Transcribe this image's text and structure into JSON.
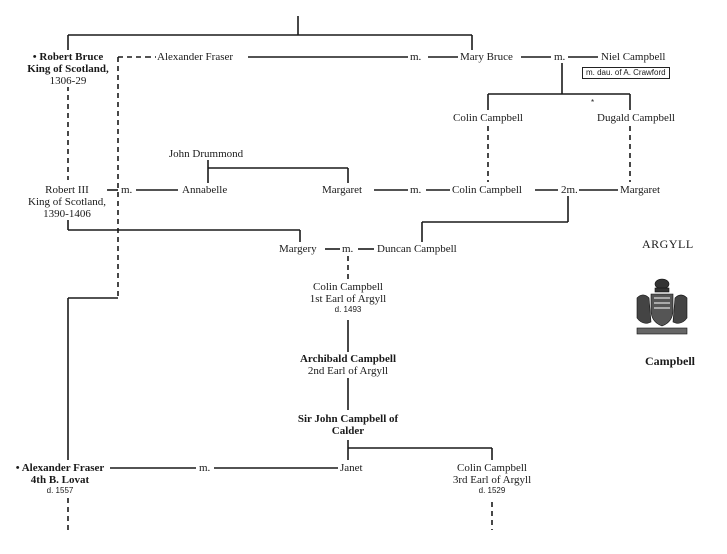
{
  "people": {
    "robert_bruce": {
      "name": "• Robert Bruce",
      "title": "King of Scotland,",
      "dates": "1306-29"
    },
    "alexander_fraser": "Alexander Fraser",
    "mary_bruce": "Mary Bruce",
    "niel_campbell": "Niel Campbell",
    "niel_spouse": "m. dau. of A. Crawford",
    "colin_campbell_a": "Colin Campbell",
    "dugald_campbell": "Dugald Campbell",
    "dugald_mark": "*",
    "john_drummond": "John Drummond",
    "robert_iii": {
      "name": "Robert III",
      "title": "King of Scotland,",
      "dates": "1390-1406"
    },
    "annabelle": "Annabelle",
    "margaret_a": "Margaret",
    "colin_campbell_b": "Colin Campbell",
    "margaret_b": "Margaret",
    "margery": "Margery",
    "duncan_campbell": "Duncan  Campbell",
    "colin_1st_earl": {
      "name": "Colin Campbell",
      "title": "1st Earl of Argyll",
      "dates": "d. 1493"
    },
    "archibald": {
      "name": "Archibald Campbell",
      "title": "2nd Earl of Argyll"
    },
    "sir_john": {
      "name": "Sir John Campbell of",
      "name2": "Calder"
    },
    "alexander_fraser_lovat": {
      "name": "• Alexander Fraser",
      "title": "4th B. Lovat",
      "dates": "d. 1557"
    },
    "janet": "Janet",
    "colin_3rd_earl": {
      "name": "Colin Campbell",
      "title": "3rd Earl of Argyll",
      "dates": "d. 1529"
    }
  },
  "marriages": {
    "m1": "m.",
    "m2": "m.",
    "m3": "m.",
    "m4": "m.",
    "m5": "2m.",
    "m6": "m.",
    "m7": "m."
  },
  "sidebar": {
    "heading": "ARGYLL",
    "crest_icon": "coat-of-arms-icon",
    "caption": "Campbell"
  }
}
